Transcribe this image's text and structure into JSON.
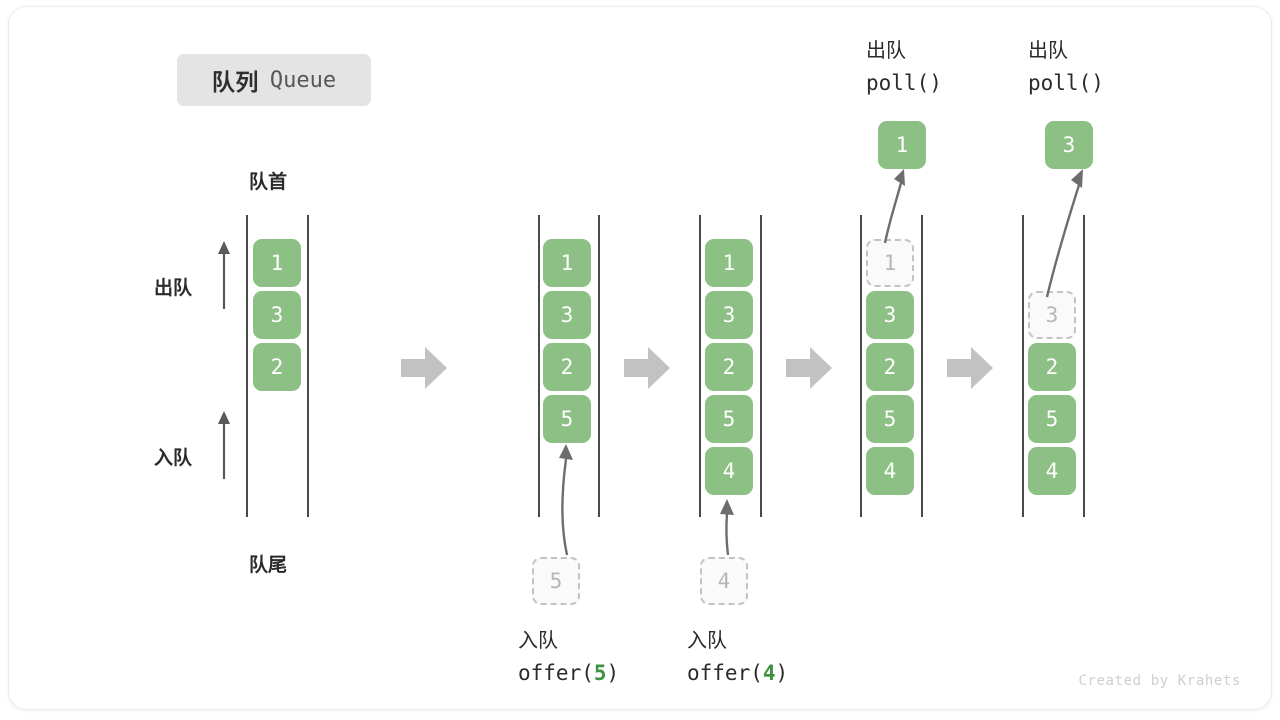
{
  "title": {
    "cn": "队列",
    "en": "Queue"
  },
  "axis_labels": {
    "front": "队首",
    "rear": "队尾",
    "dequeue": "出队",
    "enqueue": "入队"
  },
  "colors": {
    "cell_fill": "#8cc084",
    "cell_text": "#ffffff",
    "ghost_border": "#c3c3c3",
    "ghost_text": "#b6b6b6",
    "rail": "#4a4a4a",
    "transition_arrow": "#c2c2c2",
    "accent_number": "#3f9142",
    "badge_bg": "#e4e4e4",
    "text": "#2b2b2b"
  },
  "columns": [
    {
      "id": "state-initial",
      "cells": [
        {
          "value": "1",
          "state": "filled"
        },
        {
          "value": "3",
          "state": "filled"
        },
        {
          "value": "2",
          "state": "filled"
        }
      ]
    },
    {
      "id": "state-after-offer-5",
      "cells": [
        {
          "value": "1",
          "state": "filled"
        },
        {
          "value": "3",
          "state": "filled"
        },
        {
          "value": "2",
          "state": "filled"
        },
        {
          "value": "5",
          "state": "filled"
        }
      ]
    },
    {
      "id": "state-after-offer-4",
      "cells": [
        {
          "value": "1",
          "state": "filled"
        },
        {
          "value": "3",
          "state": "filled"
        },
        {
          "value": "2",
          "state": "filled"
        },
        {
          "value": "5",
          "state": "filled"
        },
        {
          "value": "4",
          "state": "filled"
        }
      ]
    },
    {
      "id": "state-polling-1",
      "cells": [
        {
          "value": "1",
          "state": "ghost"
        },
        {
          "value": "3",
          "state": "filled"
        },
        {
          "value": "2",
          "state": "filled"
        },
        {
          "value": "5",
          "state": "filled"
        },
        {
          "value": "4",
          "state": "filled"
        }
      ]
    },
    {
      "id": "state-polling-3",
      "cells": [
        {
          "value": "",
          "state": "empty"
        },
        {
          "value": "3",
          "state": "ghost"
        },
        {
          "value": "2",
          "state": "filled"
        },
        {
          "value": "5",
          "state": "filled"
        },
        {
          "value": "4",
          "state": "filled"
        }
      ]
    }
  ],
  "operations": {
    "offer_5": {
      "cn": "入队",
      "code_prefix": "offer(",
      "code_value": "5",
      "code_suffix": ")",
      "incoming_value": "5"
    },
    "offer_4": {
      "cn": "入队",
      "code_prefix": "offer(",
      "code_value": "4",
      "code_suffix": ")",
      "incoming_value": "4"
    },
    "poll_1": {
      "cn": "出队",
      "code": "poll()",
      "result_value": "1"
    },
    "poll_3": {
      "cn": "出队",
      "code": "poll()",
      "result_value": "3"
    }
  },
  "footer": {
    "credit": "Created by Krahets"
  }
}
